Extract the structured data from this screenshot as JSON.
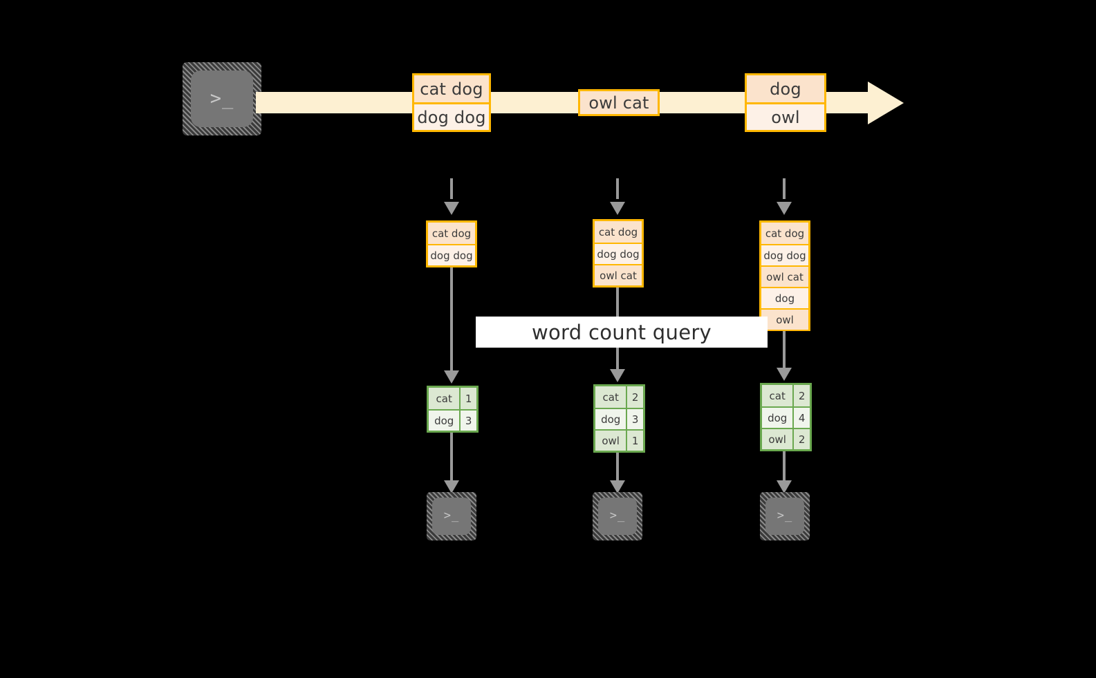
{
  "background_color": "#000000",
  "colors": {
    "stream_fill": "#fdf0d2",
    "event_border": "#ffb700",
    "event_fill_dark": "#fbe3cc",
    "event_fill_light": "#fdf1e7",
    "result_border": "#6aa84f",
    "result_fill_dark": "#dce8d2",
    "result_fill_light": "#f0f5ec",
    "arrow_gray": "#9a9a9a",
    "terminal_body": "#767676",
    "label_fill": "#ffffff",
    "text": "#3b3b3b"
  },
  "source": {
    "icon": "terminal-icon",
    "glyph": ">_"
  },
  "stream": {
    "icon": "arrow-right-icon",
    "events": [
      {
        "rows": [
          {
            "text": "cat dog",
            "shade": "dark"
          },
          {
            "text": "dog dog",
            "shade": "light"
          }
        ]
      },
      {
        "rows": [
          {
            "text": "owl cat",
            "shade": "dark"
          }
        ]
      },
      {
        "rows": [
          {
            "text": "dog",
            "shade": "dark"
          },
          {
            "text": "owl",
            "shade": "light"
          }
        ]
      }
    ]
  },
  "query_label": "word count query",
  "columns": [
    {
      "snapshot": {
        "rows": [
          {
            "text": "cat dog",
            "shade": "dark"
          },
          {
            "text": "dog dog",
            "shade": "light"
          }
        ]
      },
      "result": {
        "rows": [
          {
            "key": "cat",
            "value": "1",
            "shade": "dark"
          },
          {
            "key": "dog",
            "value": "3",
            "shade": "light"
          }
        ]
      },
      "sink": {
        "icon": "terminal-icon",
        "glyph": ">_"
      }
    },
    {
      "snapshot": {
        "rows": [
          {
            "text": "cat dog",
            "shade": "dark"
          },
          {
            "text": "dog dog",
            "shade": "light"
          },
          {
            "text": "owl cat",
            "shade": "dark"
          }
        ]
      },
      "result": {
        "rows": [
          {
            "key": "cat",
            "value": "2",
            "shade": "dark"
          },
          {
            "key": "dog",
            "value": "3",
            "shade": "light"
          },
          {
            "key": "owl",
            "value": "1",
            "shade": "dark"
          }
        ]
      },
      "sink": {
        "icon": "terminal-icon",
        "glyph": ">_"
      }
    },
    {
      "snapshot": {
        "rows": [
          {
            "text": "cat dog",
            "shade": "dark"
          },
          {
            "text": "dog dog",
            "shade": "light"
          },
          {
            "text": "owl cat",
            "shade": "dark"
          },
          {
            "text": "dog",
            "shade": "light"
          },
          {
            "text": "owl",
            "shade": "dark"
          }
        ]
      },
      "result": {
        "rows": [
          {
            "key": "cat",
            "value": "2",
            "shade": "dark"
          },
          {
            "key": "dog",
            "value": "4",
            "shade": "light"
          },
          {
            "key": "owl",
            "value": "2",
            "shade": "dark"
          }
        ]
      },
      "sink": {
        "icon": "terminal-icon",
        "glyph": ">_"
      }
    }
  ]
}
